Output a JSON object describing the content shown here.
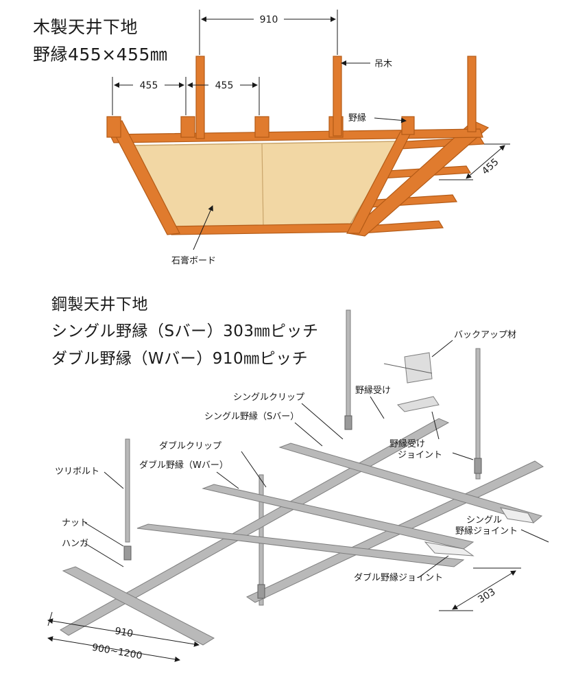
{
  "wood": {
    "title": "木製天井下地",
    "subtitle": "野縁455×455㎜",
    "dim_910": "910",
    "dim_455_a": "455",
    "dim_455_b": "455",
    "dim_455_side": "455",
    "label_tsurigi": "吊木",
    "label_nobuchi": "野縁",
    "label_board": "石膏ボード",
    "colors": {
      "wood": "#e07b2e",
      "wood_dark": "#b35a16",
      "board": "#f2d7a4",
      "board_edge": "#c9a46a"
    }
  },
  "steel": {
    "title": "鋼製天井下地",
    "line1": "シングル野縁（Sバー）303㎜ピッチ",
    "line2": "ダブル野縁（Wバー）910㎜ピッチ",
    "label_backup": "バックアップ材",
    "label_nobuchi_uke": "野縁受け",
    "label_single_clip": "シングルクリップ",
    "label_single_nobuchi": "シングル野縁（Sバー）",
    "label_uke_joint_1": "野縁受け",
    "label_uke_joint_2": "ジョイント",
    "label_double_clip": "ダブルクリップ",
    "label_double_nobuchi": "ダブル野縁（Wバー）",
    "label_tsuribolt": "ツリボルト",
    "label_nut": "ナット",
    "label_hanger": "ハンガ",
    "label_single_joint_1": "シングル",
    "label_single_joint_2": "野縁ジョイント",
    "label_double_joint": "ダブル野縁ジョイント",
    "dim_303": "303",
    "dim_910": "910",
    "dim_range": "900~1200",
    "colors": {
      "steel": "#b9b9b9",
      "steel_dark": "#7d7d7d",
      "steel_light": "#dedede"
    }
  }
}
